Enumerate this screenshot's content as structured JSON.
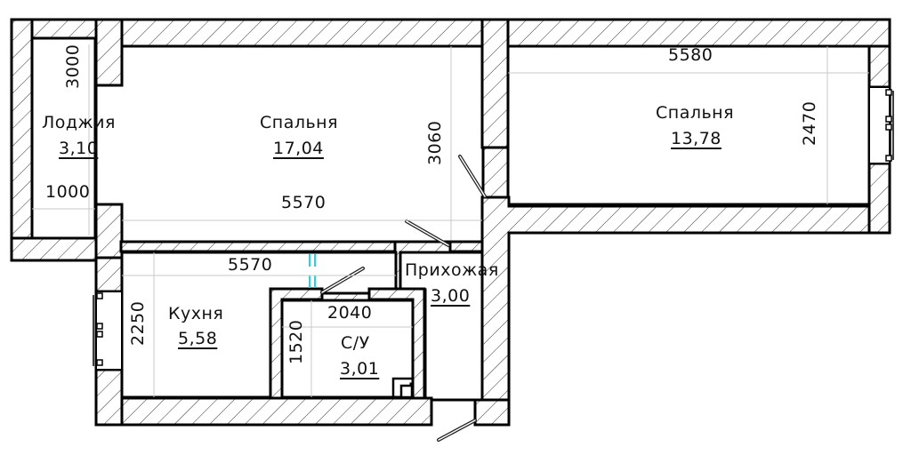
{
  "plan": {
    "colors": {
      "wall_stroke": "#000000",
      "hatch": "#333333",
      "dimension_line": "#c8c8c8",
      "marker_cyan": "#22d3e6",
      "background": "#ffffff"
    },
    "rooms": [
      {
        "id": "loggia",
        "name": "Лоджия",
        "area": "3,10"
      },
      {
        "id": "bedroom_1",
        "name": "Спальня",
        "area": "17,04"
      },
      {
        "id": "bedroom_2",
        "name": "Спальня",
        "area": "13,78"
      },
      {
        "id": "kitchen",
        "name": "Кухня",
        "area": "5,58"
      },
      {
        "id": "hallway",
        "name": "Прихожая",
        "area": "3,00"
      },
      {
        "id": "bathroom",
        "name": "С/У",
        "area": "3,01"
      }
    ],
    "dimensions": {
      "loggia_height": "3000",
      "loggia_width": "1000",
      "bedroom1_width": "5570",
      "bedroom1_height": "3060",
      "bedroom2_width": "5580",
      "bedroom2_height": "2470",
      "kitchen_width": "5570",
      "kitchen_height": "2250",
      "bathroom_width": "2040",
      "bathroom_height": "1520"
    }
  }
}
